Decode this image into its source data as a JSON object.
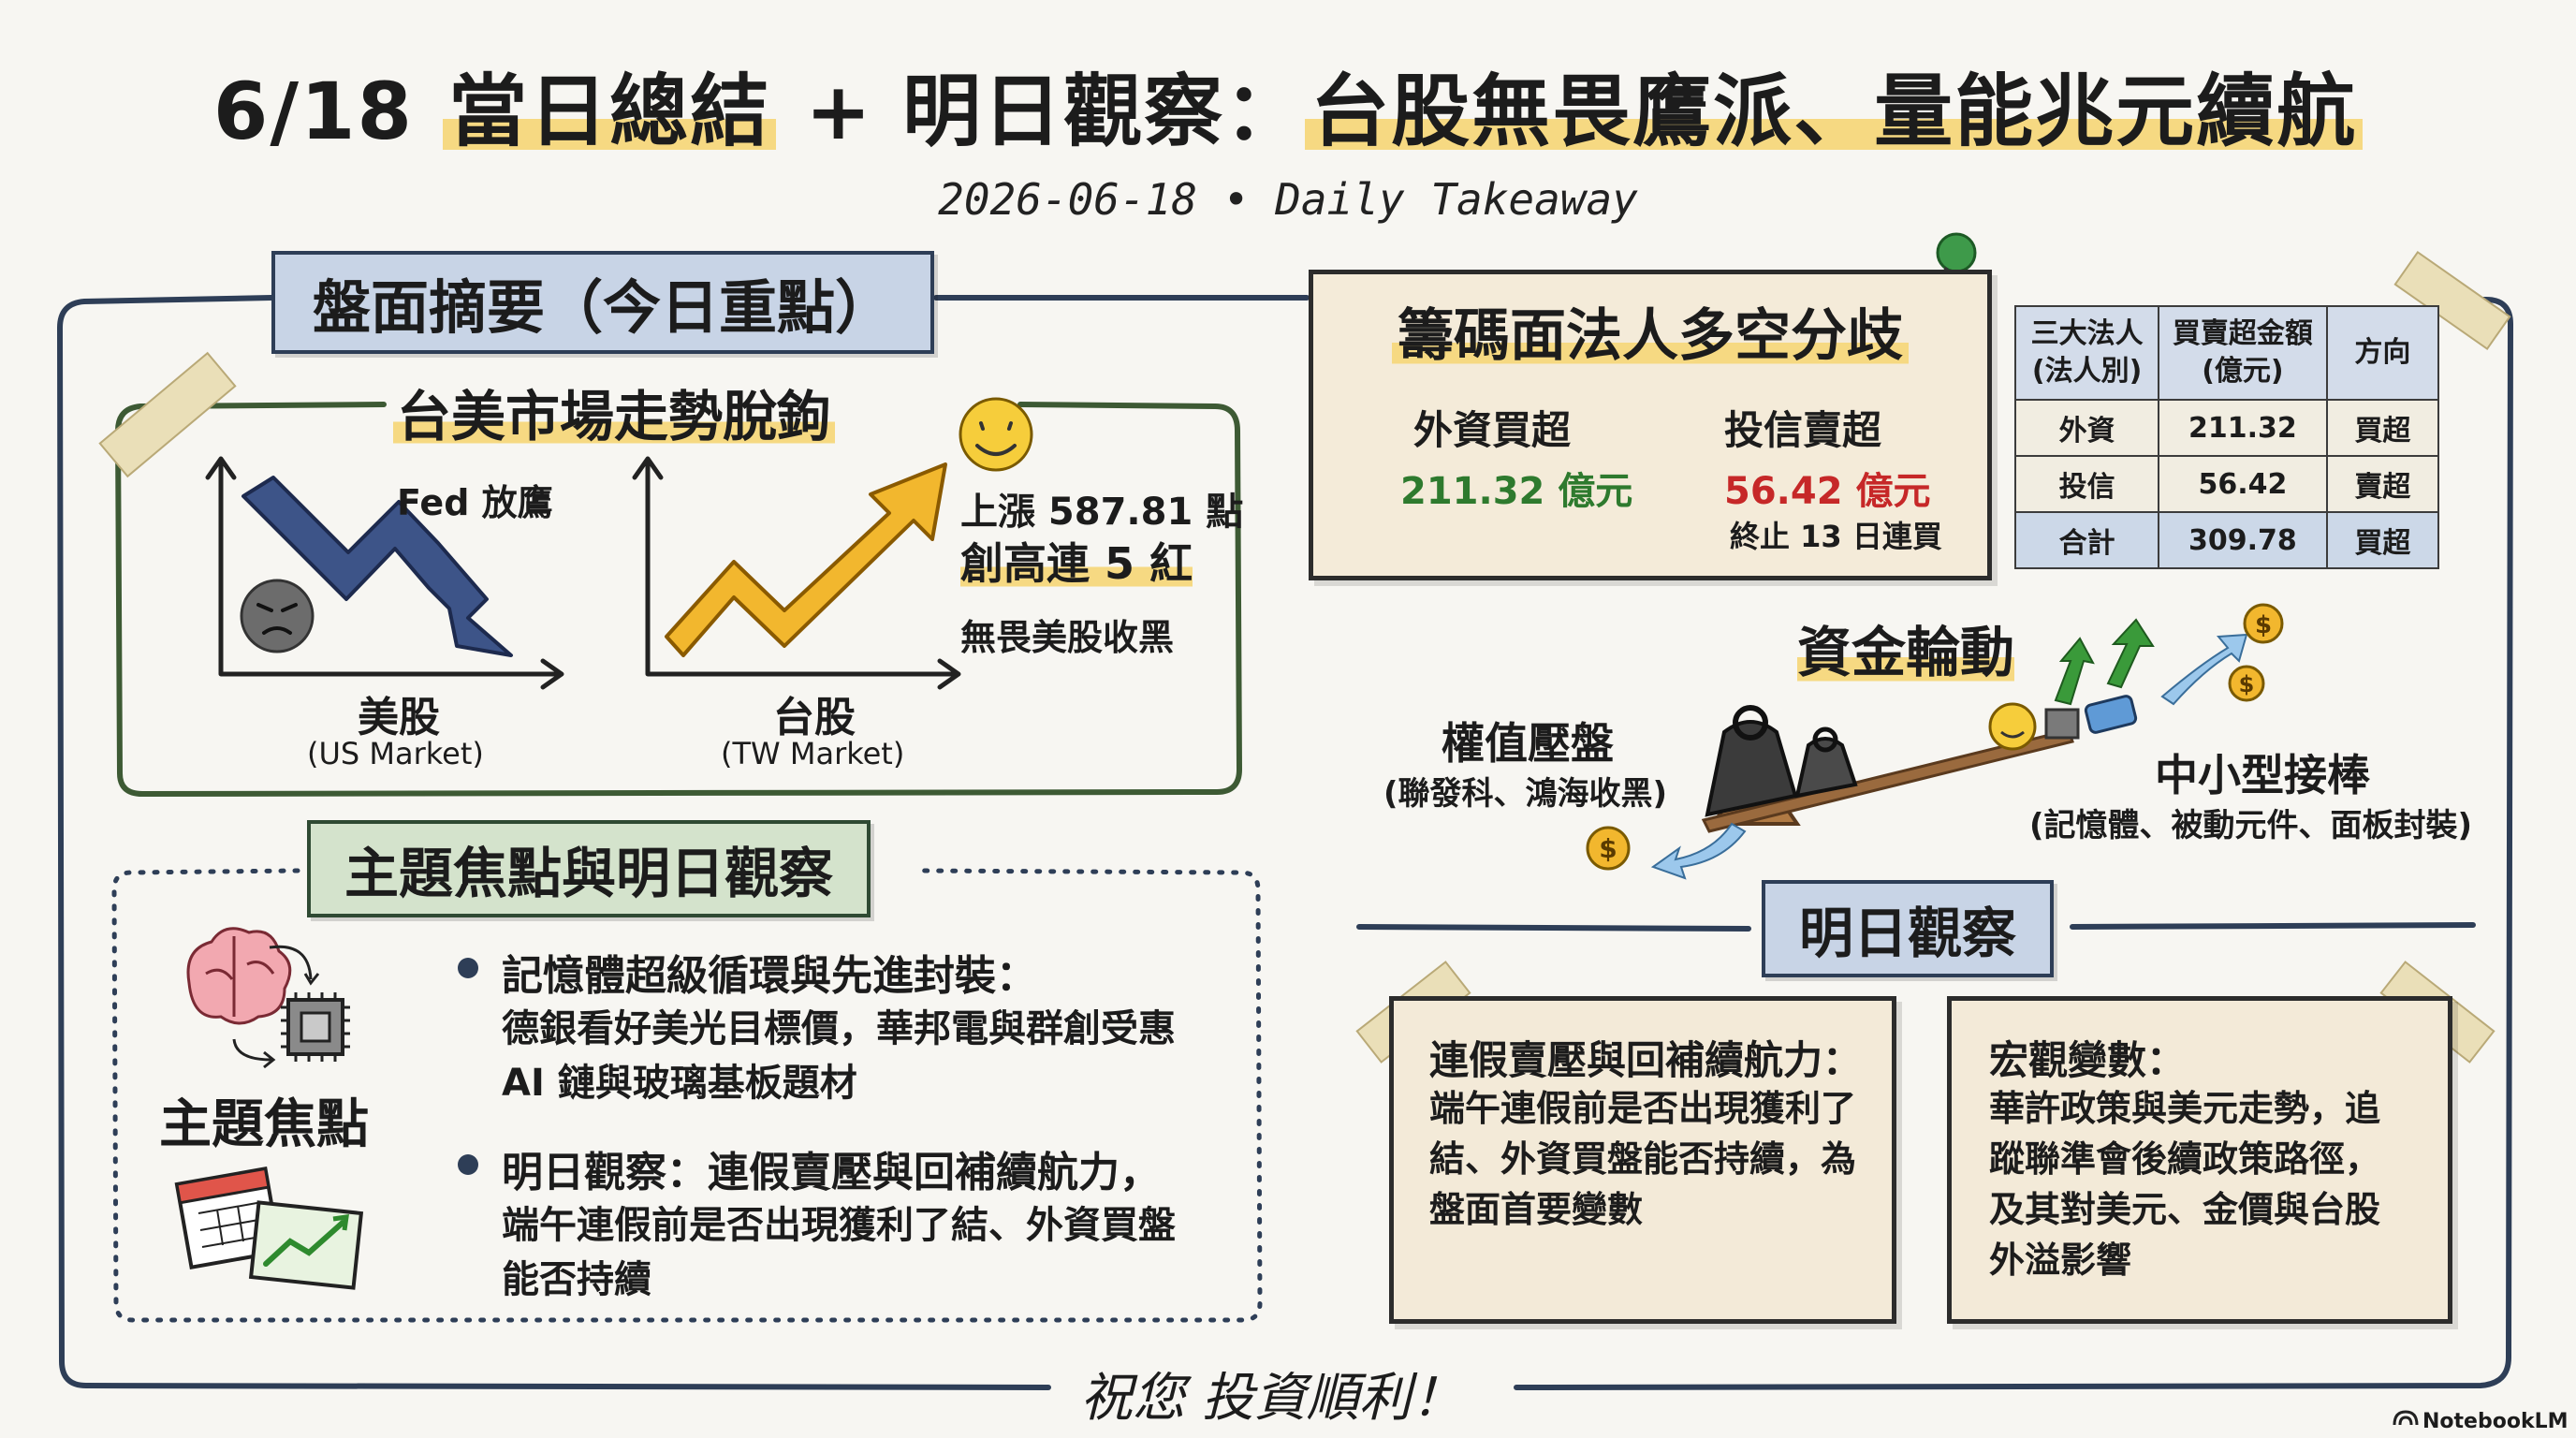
{
  "header": {
    "title_p1": "6/18 ",
    "title_hl1": "當日總結",
    "title_p2": " + 明日觀察：",
    "title_hl2": "台股無畏鷹派、量能兆元續航",
    "subtitle": "2026-06-18 • Daily Takeaway"
  },
  "summary": {
    "tag": "盤面摘要（今日重點）",
    "divergence": {
      "title": "台美市場走勢脫鉤",
      "us_note": "Fed 放鷹",
      "us_label": "美股",
      "us_label_en": "(US Market)",
      "tw_label": "台股",
      "tw_label_en": "(TW Market)",
      "tw_gain": "上漲 587.81 點",
      "tw_streak": "創高連 5 紅",
      "tw_note": "無畏美股收黑"
    }
  },
  "chips": {
    "title": "籌碼面法人多空分歧",
    "foreign_label": "外資買超",
    "foreign_amount": "211.32 億元",
    "trust_label": "投信賣超",
    "trust_amount": "56.42 億元",
    "trust_note": "終止 13 日連買",
    "table": {
      "headers": [
        "三大法人\n(法人別)",
        "買賣超金額\n(億元)",
        "方向"
      ],
      "rows": [
        [
          "外資",
          "211.32",
          "買超"
        ],
        [
          "投信",
          "56.42",
          "賣超"
        ],
        [
          "合計",
          "309.78",
          "買超"
        ]
      ]
    }
  },
  "rotation": {
    "title": "資金輪動",
    "heavy_label": "權值壓盤",
    "heavy_detail": "(聯發科、鴻海收黑)",
    "small_label": "中小型接棒",
    "small_detail": "(記憶體、被動元件、面板封裝)"
  },
  "theme": {
    "tag": "主題焦點與明日觀察",
    "icon_label": "主題焦點",
    "bullet1_title": "記憶體超級循環與先進封裝：",
    "bullet1_line1": "德銀看好美光目標價，華邦電與群創受惠",
    "bullet1_line2": "AI 鏈與玻璃基板題材",
    "bullet2_line1": "明日觀察：連假賣壓與回補續航力，",
    "bullet2_line2": "端午連假前是否出現獲利了結、外資買盤",
    "bullet2_line3": "能否持續"
  },
  "tomorrow": {
    "tag": "明日觀察",
    "card1_title": "連假賣壓與回補續航力：",
    "card1_body": "端午連假前是否出現獲利了結、外資買盤能否持續，為盤面首要變數",
    "card2_title": "宏觀變數：",
    "card2_body": "華許政策與美元走勢，追蹤聯準會後續政策路徑，及其對美元、金價與台股外溢影響"
  },
  "footer": {
    "wish": "祝您 投資順利！",
    "brand": "NotebookLM"
  },
  "colors": {
    "navy": "#2e3e57",
    "green_frame": "#3d5a34",
    "up_green": "#2e8a2e",
    "down_red": "#c62828",
    "highlight": "#f6d982"
  }
}
